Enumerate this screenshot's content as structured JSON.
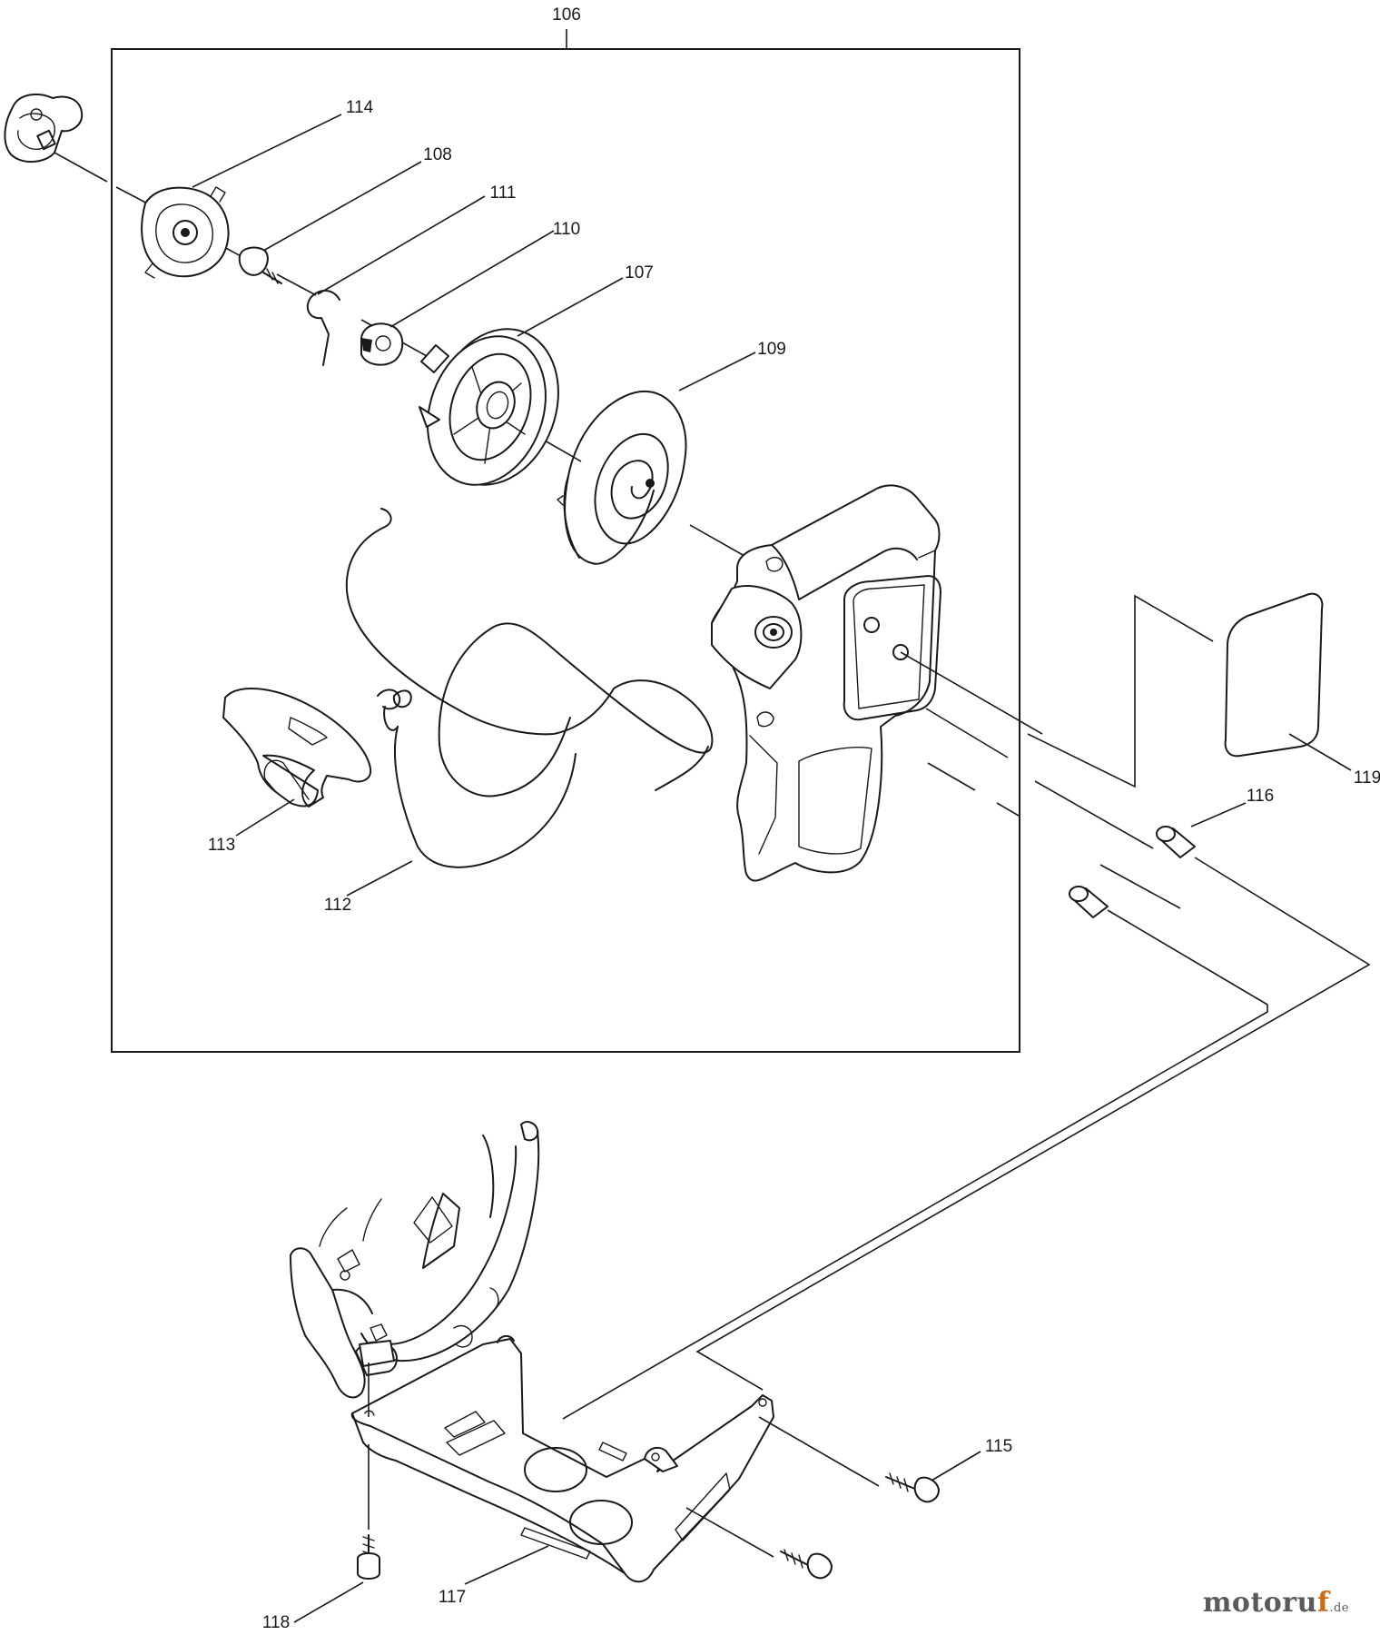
{
  "diagram": {
    "assembly_label": "106",
    "parts": {
      "p107": "107",
      "p108": "108",
      "p109": "109",
      "p110": "110",
      "p111": "111",
      "p112": "112",
      "p113": "113",
      "p114": "114",
      "p115": "115",
      "p116": "116",
      "p117": "117",
      "p118": "118",
      "p119": "119"
    }
  },
  "watermark": {
    "main": "motoru",
    "accent": "f",
    "tld": ".de"
  },
  "colors": {
    "ink": "#1a1a1a",
    "watermark_gray": "#5a5a5a",
    "watermark_orange": "#c96a17"
  }
}
